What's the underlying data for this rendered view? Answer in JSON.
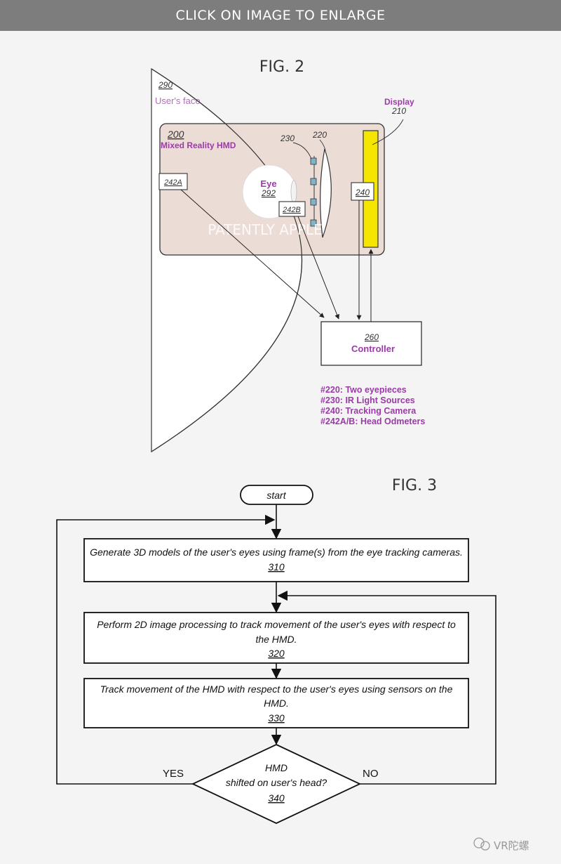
{
  "banner": {
    "label": "CLICK ON IMAGE TO ENLARGE"
  },
  "fig2": {
    "title": "FIG. 2",
    "face_ref": "290",
    "face_label": "User's face",
    "display_label": "Display",
    "display_ref": "210",
    "hmd_ref": "200",
    "hmd_label": "Mixed Reality HMD",
    "ref_230": "230",
    "ref_220": "220",
    "eye_label": "Eye",
    "eye_ref": "292",
    "odometer_a": "242A",
    "odometer_b": "242B",
    "camera_ref": "240",
    "watermark": "PATENTLY APPLE",
    "controller_ref": "260",
    "controller_label": "Controller",
    "legend": [
      "#220: Two eyepieces",
      "#230: IR Light Sources",
      "#240: Tracking Camera",
      "#242A/B: Head Odmeters"
    ]
  },
  "fig3": {
    "title": "FIG. 3",
    "start": "start",
    "step_310_line1": "Generate 3D models of the user's eyes using frame(s) from the eye tracking cameras.",
    "step_310_ref": "310",
    "step_320_line1": "Perform 2D image processing to track movement of the user's eyes with respect to",
    "step_320_line2": "the HMD.",
    "step_320_ref": "320",
    "step_330_line1": "Track movement of the HMD with respect to the user's eyes using sensors on the",
    "step_330_line2": "HMD.",
    "step_330_ref": "330",
    "decision_line1": "HMD",
    "decision_line2": "shifted on user's head?",
    "decision_ref": "340",
    "yes": "YES",
    "no": "NO"
  },
  "footer": {
    "watermark": "VR陀螺"
  },
  "colors": {
    "hmd_fill": "#ecdcd6",
    "display_fill": "#f5e600",
    "ir_source_fill": "#7fb3c9",
    "accent_purple": "#9b3aa8"
  }
}
